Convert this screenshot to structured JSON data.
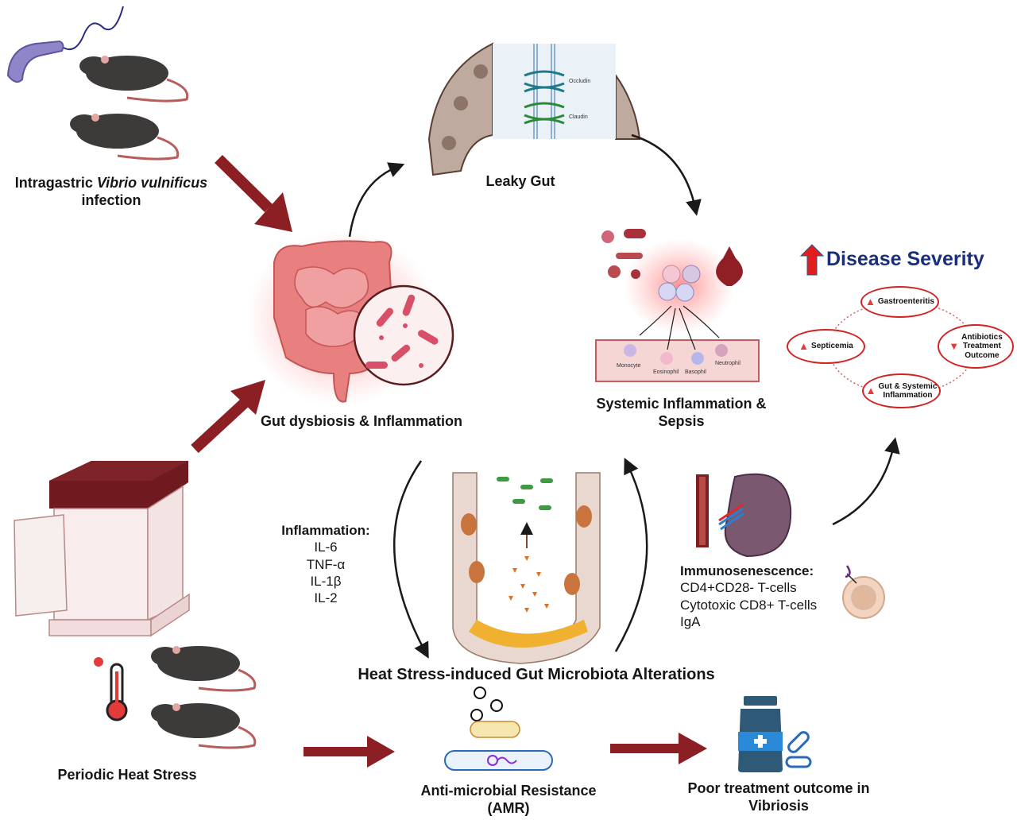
{
  "labels": {
    "infection_line1_prefix": "Intragastric ",
    "infection_line1_italic": "Vibrio vulnificus",
    "infection_line2": "infection",
    "leaky_gut": "Leaky Gut",
    "occludin": "Occludin",
    "claudin": "Claudin",
    "gut_dysbiosis": "Gut dysbiosis & Inflammation",
    "systemic_line1": "Systemic Inflammation &",
    "systemic_line2": "Sepsis",
    "heat_stress": "Periodic Heat Stress",
    "heat_stress_microbiota": "Heat Stress-induced Gut Microbiota Alterations",
    "amr_line1": "Anti-microbial Resistance",
    "amr_line2": "(AMR)",
    "poor_line1": "Poor treatment outcome in",
    "poor_line2": "Vibriosis"
  },
  "immune_cells": [
    "Monocyte",
    "Eosinophil",
    "Basophil",
    "Neutrophil"
  ],
  "inflammation": {
    "title": "Inflammation:",
    "items": [
      "IL-6",
      "TNF-α",
      "IL-1β",
      "IL-2"
    ]
  },
  "immunosenescence": {
    "title": "Immunosenescence:",
    "items": [
      "CD4+CD28- T-cells",
      "Cytotoxic CD8+ T-cells",
      "IgA"
    ]
  },
  "disease_severity": {
    "title": "Disease Severity",
    "outcomes": [
      {
        "label": "Gastroenteritis",
        "direction": "up"
      },
      {
        "label": "Septicemia",
        "direction": "up"
      },
      {
        "label": "Antibiotics\nTreatment\nOutcome",
        "direction": "down"
      },
      {
        "label": "Gut & Systemic\nInflammation",
        "direction": "up"
      }
    ]
  },
  "colors": {
    "flow_arrow": "#8b1f24",
    "cycle_arrow": "#1a1a1a",
    "severity_title": "#1a2f7a",
    "severity_oval": "#d22323",
    "mouse": "#3d3a3a",
    "gut": "#e07070"
  }
}
